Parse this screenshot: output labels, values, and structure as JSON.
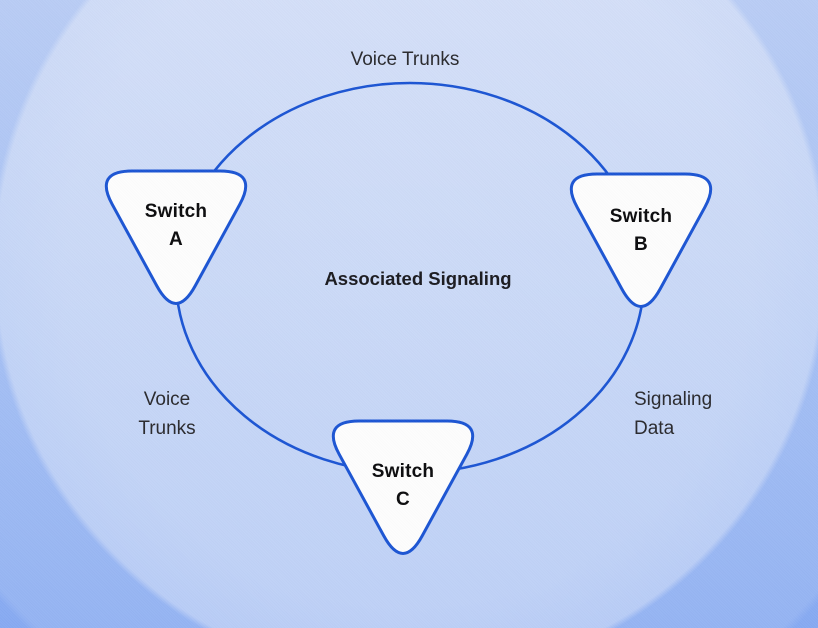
{
  "labels": {
    "top_edge": "Voice Trunks",
    "center": "Associated Signaling",
    "bottom_left_line1": "Voice",
    "bottom_left_line2": "Trunks",
    "bottom_right_line1": "Signaling",
    "bottom_right_line2": "Data"
  },
  "nodes": [
    {
      "name": "Switch",
      "letter": "A"
    },
    {
      "name": "Switch",
      "letter": "B"
    },
    {
      "name": "Switch",
      "letter": "C"
    }
  ],
  "colors": {
    "line": "#1c55d3",
    "node_fill": "#fdfdfd",
    "node_border": "#1c55d3",
    "text": "#222227",
    "bg_top": "#b0c6f4",
    "bg_bottom": "#87aaf2"
  }
}
